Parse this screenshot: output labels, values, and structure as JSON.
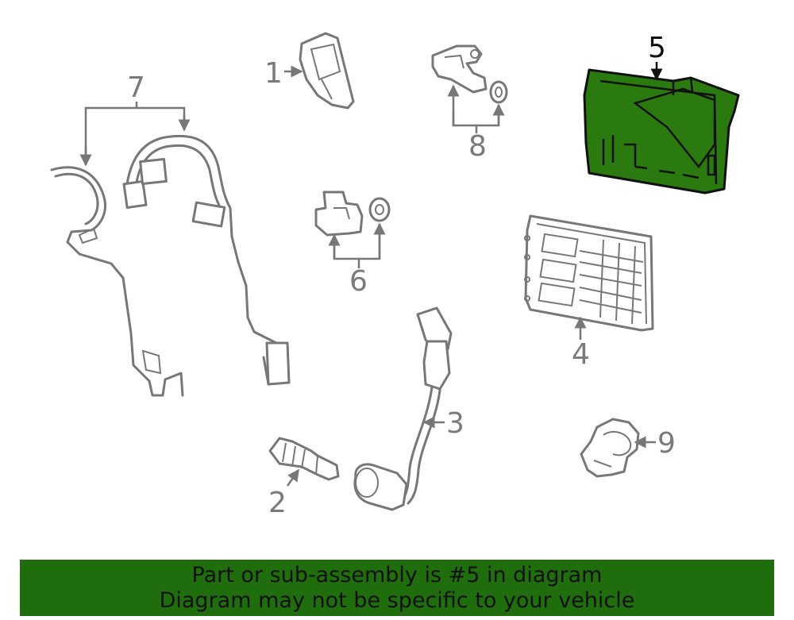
{
  "callouts": {
    "c1": "1",
    "c2": "2",
    "c3": "3",
    "c4": "4",
    "c5": "5",
    "c6": "6",
    "c7": "7",
    "c8": "8",
    "c9": "9"
  },
  "highlighted_part": "5",
  "colors": {
    "highlight": "#2a7a10",
    "banner": "#1f6d0d",
    "line": "#777777"
  },
  "banner": {
    "line1": "Part or sub-assembly is #5 in diagram",
    "line2": "Diagram may not be specific to your vehicle"
  }
}
